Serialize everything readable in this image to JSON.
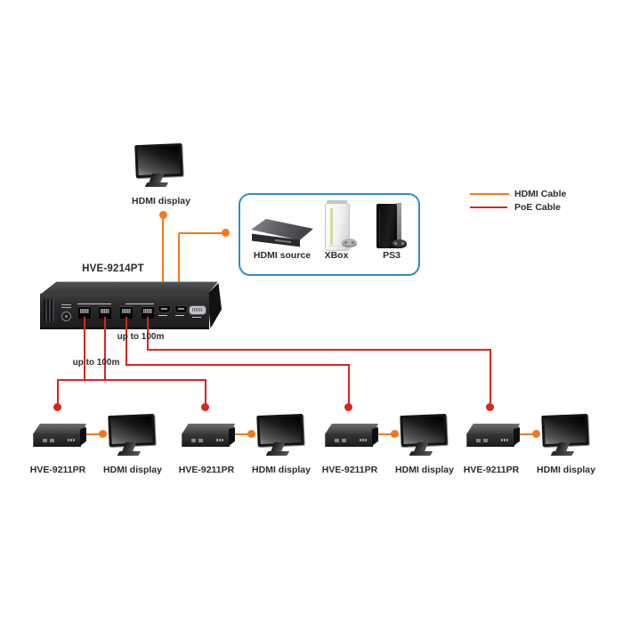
{
  "legend": {
    "items": [
      {
        "label": "HDMI Cable",
        "color": "#f4781f"
      },
      {
        "label": "PoE Cable",
        "color": "#d9251d"
      }
    ]
  },
  "colors": {
    "hdmi_cable": "#f4781f",
    "poe_cable": "#d9251d",
    "source_box_border": "#2f8dcb",
    "text": "#2b2b2b"
  },
  "transmitter": {
    "model": "HVE-9214PT"
  },
  "top_display": {
    "label": "HDMI display"
  },
  "source_box": {
    "items": [
      {
        "label": "HDMI source"
      },
      {
        "label": "XBox"
      },
      {
        "label": "PS3"
      }
    ]
  },
  "distances": {
    "upper": "up to 100m",
    "lower": "up to 100m"
  },
  "receiver_units": [
    {
      "model": "HVE-9211PR",
      "display_label": "HDMI display"
    },
    {
      "model": "HVE-9211PR",
      "display_label": "HDMI display"
    },
    {
      "model": "HVE-9211PR",
      "display_label": "HDMI display"
    },
    {
      "model": "HVE-9211PR",
      "display_label": "HDMI display"
    }
  ]
}
